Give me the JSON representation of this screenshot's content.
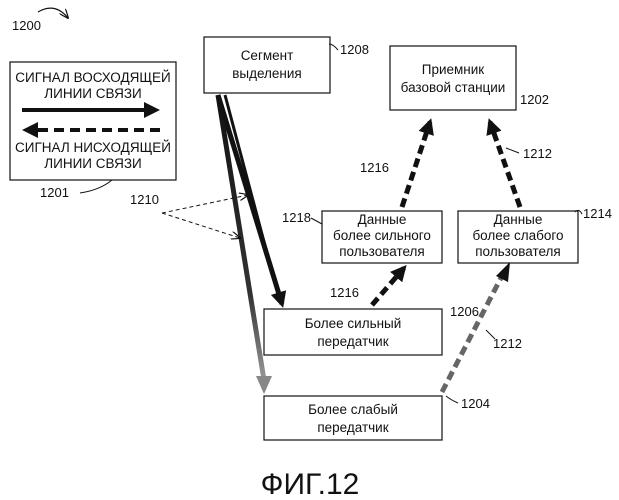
{
  "figure_number": "1200",
  "legend": {
    "ref": "1201",
    "uplink_line1": "СИГНАЛ ВОСХОДЯЩЕЙ",
    "uplink_line2": "ЛИНИИ СВЯЗИ",
    "downlink_line1": "СИГНАЛ НИСХОДЯЩЕЙ",
    "downlink_line2": "ЛИНИИ СВЯЗИ"
  },
  "allocation_segment": {
    "ref": "1208",
    "line1": "Сегмент",
    "line2": "выделения"
  },
  "base_station_receiver": {
    "ref": "1202",
    "line1": "Приемник",
    "line2": "базовой станции"
  },
  "stronger_user_data": {
    "ref": "1218",
    "line1": "Данные",
    "line2": "более сильного",
    "line3": "пользователя"
  },
  "weaker_user_data": {
    "ref": "1214",
    "line1": "Данные",
    "line2": "более слабого",
    "line3": "пользователя"
  },
  "stronger_transmitter": {
    "ref": "1206",
    "line1": "Более сильный",
    "line2": "передатчик"
  },
  "weaker_transmitter": {
    "ref": "1204",
    "line1": "Более слабый",
    "line2": "передатчик"
  },
  "signal_refs": {
    "downlink_pair": "1210",
    "stronger_upper": "1216",
    "stronger_lower": "1216",
    "weaker_upper": "1212",
    "weaker_lower": "1212"
  },
  "caption": "ФИГ.12"
}
